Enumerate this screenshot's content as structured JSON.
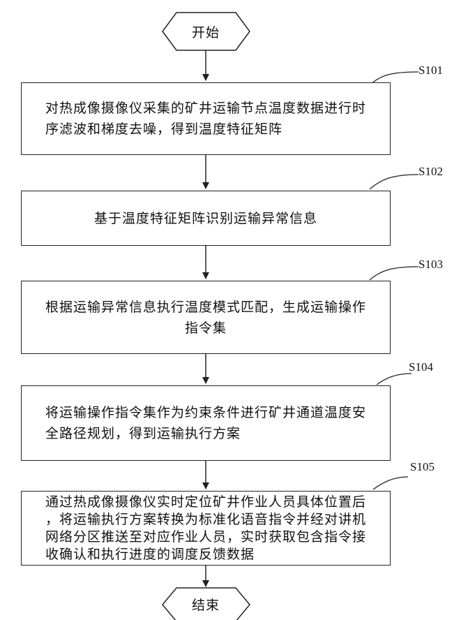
{
  "start": "开始",
  "end": "结束",
  "steps": [
    {
      "id": "S101",
      "lines": [
        "对热成像摄像仪采集的矿井运输节点温度数据进行时",
        "序滤波和梯度去噪，得到温度特征矩阵"
      ]
    },
    {
      "id": "S102",
      "lines": [
        "基于温度特征矩阵识别运输异常信息"
      ]
    },
    {
      "id": "S103",
      "lines": [
        "根据运输异常信息执行温度模式匹配，生成运输操作",
        "指令集"
      ]
    },
    {
      "id": "S104",
      "lines": [
        "将运输操作指令集作为约束条件进行矿井通道温度安",
        "全路径规划，得到运输执行方案"
      ]
    },
    {
      "id": "S105",
      "lines": [
        "通过热成像摄像仪实时定位矿井作业人员具体位置后",
        "，将运输执行方案转换为标准化语音指令并经对讲机",
        "网络分区推送至对应作业人员，实时获取包含指令接",
        "收确认和执行进度的调度反馈数据"
      ]
    }
  ]
}
